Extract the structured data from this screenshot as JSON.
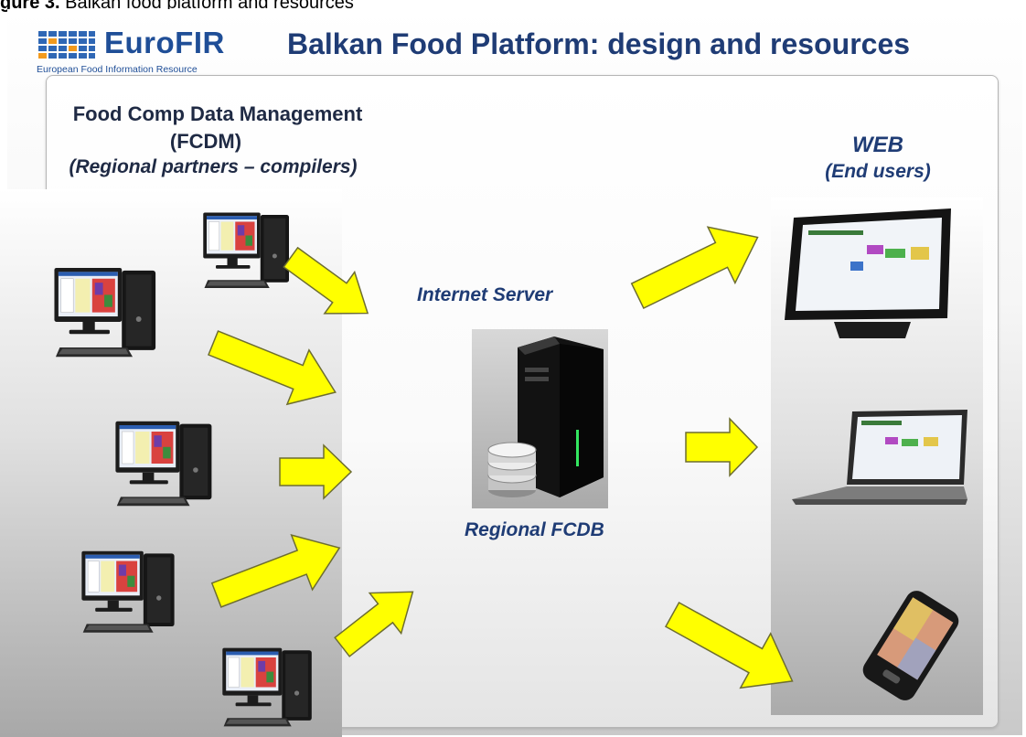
{
  "caption": {
    "bold": "gure 3.",
    "text": " Balkan food platform and resources"
  },
  "logo": {
    "word": "EuroFIR",
    "subtitle": "European Food Information Resource"
  },
  "title": "Balkan Food Platform: design and resources",
  "left_section": {
    "line1": "Food Comp Data Management",
    "line2": "(FCDM)",
    "line3": "(Regional partners – compilers)"
  },
  "right_section": {
    "line1": "WEB",
    "line2": "(End users)"
  },
  "server": {
    "top_label": "Internet Server",
    "bottom_label": "Regional FCDB"
  },
  "colors": {
    "arrow": "#ffff00",
    "arrow_outline": "#6d6d30",
    "title": "#1f3c75",
    "logo": "#1f4e97",
    "server_led": "#38ff6a"
  },
  "icons": [
    "desktop-computer-icon",
    "server-tower-icon",
    "database-icon",
    "monitor-icon",
    "laptop-icon",
    "smartphone-icon",
    "arrow-icon"
  ]
}
